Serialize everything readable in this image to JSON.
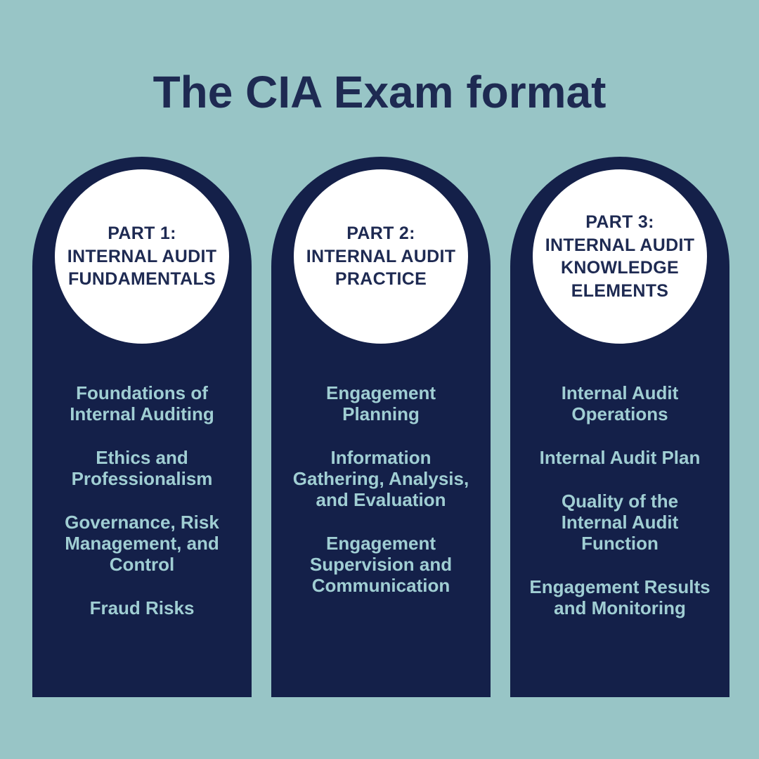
{
  "title": "The CIA Exam format",
  "colors": {
    "background": "#98c5c6",
    "column_navy": "#142049",
    "heading_navy": "#1e2a52",
    "circle_white": "#ffffff",
    "body_text": "#a0ced3"
  },
  "columns": [
    {
      "heading_lines": [
        "PART 1:",
        "INTERNAL AUDIT",
        "FUNDAMENTALS"
      ],
      "items": [
        [
          "Foundations of",
          "Internal Auditing"
        ],
        [
          "Ethics and",
          "Professionalism"
        ],
        [
          "Governance, Risk",
          "Management, and",
          "Control"
        ],
        [
          "Fraud Risks"
        ]
      ]
    },
    {
      "heading_lines": [
        "PART 2:",
        "INTERNAL AUDIT",
        "PRACTICE"
      ],
      "items": [
        [
          "Engagement",
          "Planning"
        ],
        [
          "Information",
          "Gathering, Analysis,",
          "and Evaluation"
        ],
        [
          "Engagement",
          "Supervision and",
          "Communication"
        ]
      ]
    },
    {
      "heading_lines": [
        "PART 3:",
        "INTERNAL AUDIT",
        "KNOWLEDGE",
        "ELEMENTS"
      ],
      "items": [
        [
          "Internal Audit",
          "Operations"
        ],
        [
          "Internal Audit Plan"
        ],
        [
          "Quality of the",
          "Internal Audit",
          "Function"
        ],
        [
          "Engagement Results",
          "and Monitoring"
        ]
      ]
    }
  ]
}
